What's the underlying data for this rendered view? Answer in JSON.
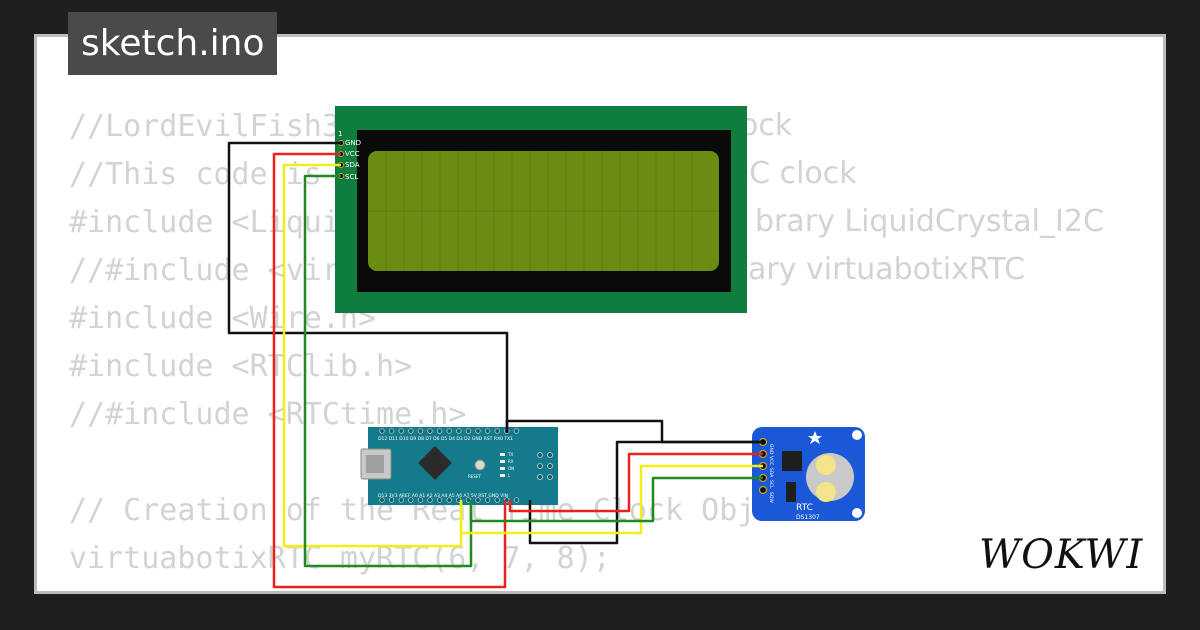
{
  "title": "sketch.ino",
  "brand": "WOKWI",
  "code_lines": [
    "//LordEvilFish3DP",
    "//This code is a re",
    "#include <LiquidC",
    "//#include <virtua",
    "#include <Wire.h>",
    "#include <RTClib.h>",
    "//#include <RTCtime.h>",
    "",
    "// Creation of the Real Time Clock Object",
    "virtuabotixRTC myRTC(6, 7, 8);"
  ],
  "code_fragments": {
    "line1_tail": "ock",
    "line2_tail": "2C clock",
    "line3_tail": "brary LiquidCrystal_I2C",
    "line4_tail": "ary virtuabotixRTC"
  },
  "lcd": {
    "pin_top": "1",
    "pins": [
      "GND",
      "VCC",
      "SDA",
      "SCL"
    ]
  },
  "nano": {
    "top_pins": "D12 D11 D10 D9 D8 D7 D6 D5 D4 D3 D2 GND RST RX0 TX1",
    "bottom_pins": "D13 3V3 AREF A0 A1 A2 A3 A4 A5 A6 A7 5V RST GND VIN",
    "reset_label": "RESET",
    "led_labels": [
      "TX",
      "RX",
      "ON",
      "L"
    ]
  },
  "rtc": {
    "pins": [
      "GND",
      "VCC",
      "SDA",
      "SCL",
      "SQW"
    ],
    "label": "RTC",
    "chip": "DS1307"
  },
  "colors": {
    "wire_black": "#111111",
    "wire_red": "#e8231e",
    "wire_yellow": "#f2ee18",
    "wire_green": "#1f8a1f",
    "lcd_board": "#0f7d3e",
    "lcd_screen": "#6b8c12",
    "nano_board": "#147b8d",
    "rtc_board": "#1a58d8",
    "card_border": "#bdbdbd",
    "background": "#1f1f1f"
  }
}
